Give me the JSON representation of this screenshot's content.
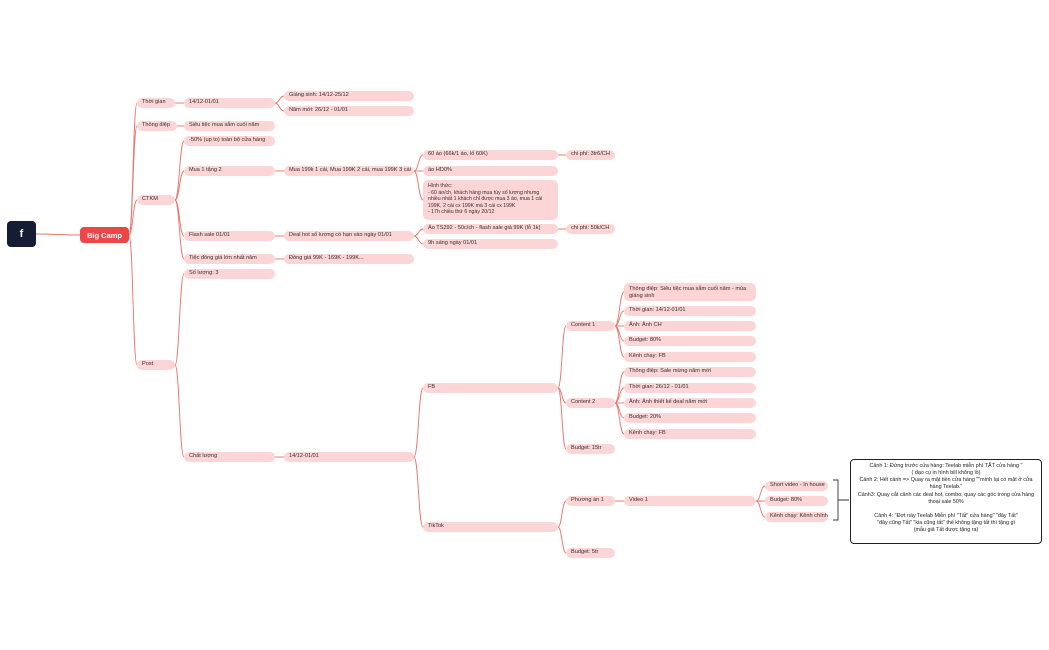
{
  "facebook_glyph": "f",
  "root": "Big Camp",
  "branches": {
    "time": {
      "label": "Thời gian",
      "range": "14/12-01/01",
      "christmas": "Giáng sinh: 14/12-25/12",
      "new_year": "Năm mới: 26/12 - 01/01"
    },
    "message": {
      "label": "Thông điệp",
      "value": "Siêu tiệc mua sắm cuối năm"
    },
    "ctkm": {
      "label": "CTKM",
      "discount": "-50% (up to) toàn bộ cửa hàng",
      "buy1get2": {
        "label": "Mua 1 tặng 2",
        "detail": "Mua 199k 1 cái, Mua 199K 2 cái, mua 199K 3 cái",
        "shirts": "60 áo (66k/1 áo, lố 60K)",
        "shirts_cost": "chi phí: 3tr6/CH",
        "hd": "áo HD0%",
        "form": "Hình thức:\n- 60 áo/ch, khách hàng mua tùy số lượng nhưng nhiều nhất 1 khách chỉ được mua 3 áo, mua 1 cái 199K, 2 cái cx 199K mà 3 cái cx 199K\n- 17h chiều thứ 6 ngày 20/12"
      },
      "flash_sale": {
        "label": "Flash sale 01/01",
        "detail": "Deal hot số lượng có hạn vào ngày 01/01",
        "shirt": "Áo TS292 - 50c/ch - flash sale giá 99K (lỗ 1k)",
        "shirt_cost": "chi phí: 50k/CH",
        "time": "9h sáng ngày 01/01"
      },
      "party": {
        "label": "Tiệc đồng giá lớn nhất năm",
        "detail": "Đồng giá 99K - 169K - 199K..."
      }
    },
    "post": {
      "label": "Post",
      "quantity": "Số lượng: 3",
      "quality": {
        "label": "Chất lượng",
        "range": "14/12-01/01",
        "fb": {
          "label": "FB",
          "content1": {
            "label": "Content 1",
            "items": [
              "Thông điệp: Siêu tiệc mua sắm cuối năm - mùa giáng sinh",
              "Thời gian: 14/12-01/01",
              "Ảnh: Ảnh CH",
              "Budget: 80%",
              "Kênh chạy: FB"
            ]
          },
          "content2": {
            "label": "Content 2",
            "items": [
              "Thông điệp: Sale mừng năm mới",
              "Thời gian: 26/12 - 01/01",
              "Ảnh: Ảnh thiết kế deal năm mới",
              "Budget: 20%",
              "Kênh chạy: FB"
            ]
          },
          "budget": "Budget: 15tr"
        },
        "tiktok": {
          "label": "TikTok",
          "plan1": "Phương án 1",
          "video1": "Video 1",
          "video_items": [
            "Short video - In house",
            "Budget: 80%",
            "Kênh chạy: Kênh chính"
          ],
          "budget": "Budget: 5tr"
        }
      }
    }
  },
  "note": "Cảnh 1: Đứng trước cửa hàng: Teelab miễn phí TẤT cửa hàng \"\n( đạo cụ in hình bill không lồ)\nCảnh 2: Hết cảnh => Quay ra mặt tiền cửa hàng \"\"mình lại có mặt ở cửa hàng Teelab.\"\nCảnh3: Quay cắt cảnh các deal hot, combo, quay các góc trong cửa hàng\nthoại sale 50%\n\nCảnh 4: \"Đợt này Teelab Miễn phí \"Tất\" cửa hàng\" \"đây Tất\"\n\"đây cũng Tất\" \"kia cũng tất\" thế không tặng tất thì tặng gì\n(mẫu giả Tất được tặng ra)",
  "colors": {
    "line": "#e8736d",
    "node": "#fcd6d6",
    "root": "#ec4646",
    "facebook": "#141d33"
  }
}
